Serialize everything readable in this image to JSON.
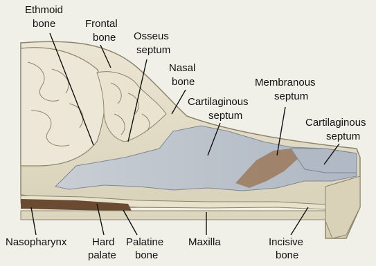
{
  "labels": {
    "ethmoid_bone": [
      "Ethmoid",
      "bone"
    ],
    "frontal_bone": [
      "Frontal",
      "bone"
    ],
    "osseus_septum": [
      "Osseus",
      "septum"
    ],
    "nasal_bone": [
      "Nasal",
      "bone"
    ],
    "cartilaginous_septum_mid": [
      "Cartilaginous",
      "septum"
    ],
    "membranous_septum": [
      "Membranous",
      "septum"
    ],
    "cartilaginous_septum_rostral": [
      "Cartilaginous",
      "septum"
    ],
    "nasopharynx": "Nasopharynx",
    "hard_palate": [
      "Hard",
      "palate"
    ],
    "palatine_bone": [
      "Palatine",
      "bone"
    ],
    "maxilla": "Maxilla",
    "incisive_bone": [
      "Incisive",
      "bone"
    ]
  },
  "colors": {
    "background": "#f1f0e8",
    "bone": "#e6e0cc",
    "bone_shadow": "#cfc7ad",
    "cartilage": "#bcc3cc",
    "membranous": "#9b7a5a",
    "brown_tissue": "#6b4a32",
    "leader_line": "#111111"
  }
}
